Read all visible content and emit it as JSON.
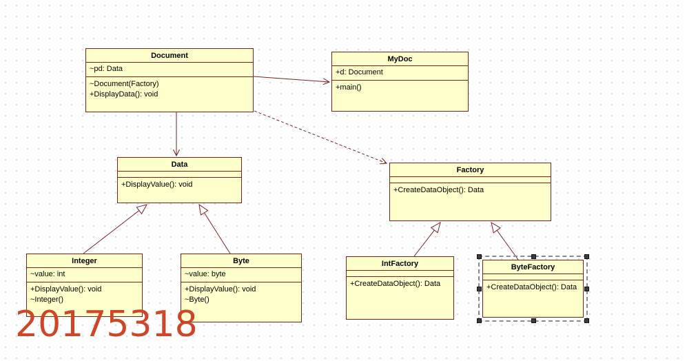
{
  "diagram": {
    "watermark": "20175318"
  },
  "colors": {
    "class_fill": "#ffffcc",
    "class_border": "#7b1f1f",
    "connector": "#7b1f1f",
    "watermark": "#cf4527",
    "grid_dot": "#cfcfcf"
  },
  "classes": [
    {
      "name": "Document",
      "attributes": [
        "~pd: Data"
      ],
      "methods": [
        "~Document(Factory)",
        "+DisplayData(): void"
      ]
    },
    {
      "name": "MyDoc",
      "attributes": [
        "+d: Document"
      ],
      "methods": [
        "+main()"
      ]
    },
    {
      "name": "Data",
      "attributes": [],
      "methods": [
        "+DisplayValue(): void"
      ]
    },
    {
      "name": "Factory",
      "attributes": [],
      "methods": [
        "+CreateDataObject(): Data"
      ]
    },
    {
      "name": "Integer",
      "attributes": [
        "~value: int"
      ],
      "methods": [
        "+DisplayValue(): void",
        "~Integer()"
      ]
    },
    {
      "name": "Byte",
      "attributes": [
        "~value: byte"
      ],
      "methods": [
        "+DisplayValue(): void",
        "~Byte()"
      ]
    },
    {
      "name": "IntFactory",
      "attributes": [],
      "methods": [
        "+CreateDataObject(): Data"
      ]
    },
    {
      "name": "ByteFactory",
      "attributes": [],
      "methods": [
        "+CreateDataObject(): Data"
      ]
    }
  ],
  "relationships": [
    {
      "type": "association",
      "from": "Document",
      "to": "MyDoc"
    },
    {
      "type": "association",
      "from": "Document",
      "to": "Data"
    },
    {
      "type": "dependency",
      "from": "Document",
      "to": "Factory"
    },
    {
      "type": "generalization",
      "from": "Integer",
      "to": "Data"
    },
    {
      "type": "generalization",
      "from": "Byte",
      "to": "Data"
    },
    {
      "type": "generalization",
      "from": "IntFactory",
      "to": "Factory"
    },
    {
      "type": "generalization",
      "from": "ByteFactory",
      "to": "Factory"
    }
  ]
}
